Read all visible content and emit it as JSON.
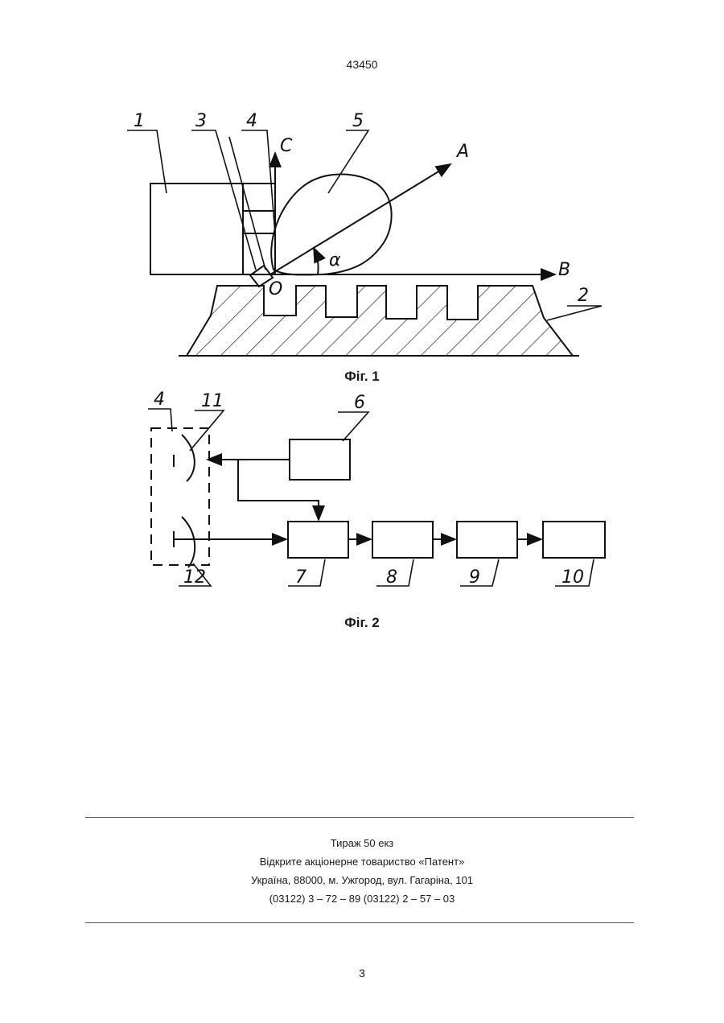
{
  "header": {
    "patent_number": "43450"
  },
  "figure1": {
    "caption": "Фіг. 1",
    "labels": {
      "part1": "1",
      "part2": "2",
      "part3": "3",
      "part4": "4",
      "part5": "5",
      "axis_c": "C",
      "axis_a": "A",
      "axis_b": "B",
      "origin": "O",
      "angle": "α"
    }
  },
  "figure2": {
    "caption": "Фіг. 2",
    "labels": {
      "box4": "4",
      "el11": "11",
      "el12": "12",
      "block6": "6",
      "block7": "7",
      "block8": "8",
      "block9": "9",
      "block10": "10"
    }
  },
  "imprint": {
    "lines": [
      "Тираж 50 екз",
      "Відкрите акціонерне товариство «Патент»",
      "Україна, 88000, м. Ужгород, вул. Гагаріна, 101",
      "(03122) 3 – 72 – 89   (03122) 2 – 57 – 03"
    ]
  },
  "footer": {
    "page_number": "3"
  }
}
